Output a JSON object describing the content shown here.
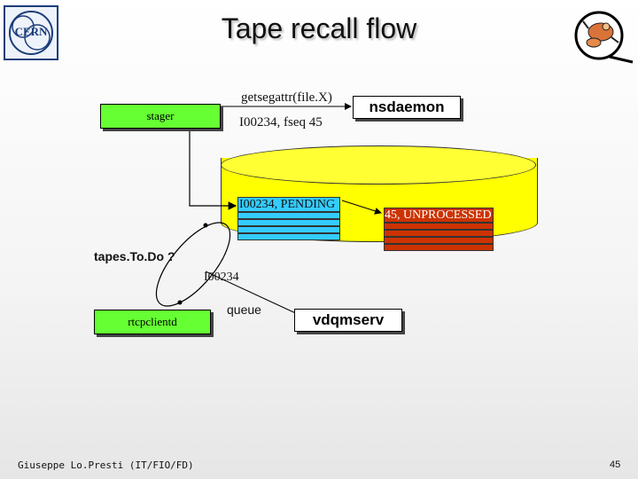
{
  "title": "Tape recall flow",
  "logo_cern_text": "CERN",
  "nodes": {
    "stager": "stager",
    "nsdaemon": "nsdaemon",
    "rtcpclientd": "rtcpclientd",
    "vdqmserv": "vdqmserv"
  },
  "labels": {
    "getsegattr": "getsegattr(file.X)",
    "fseq_reply": "I00234, fseq 45",
    "pending": "I00234, PENDING",
    "unprocessed": "45, UNPROCESSED",
    "tapes_todo": "tapes.To.Do ?",
    "tape_id": "I00234",
    "queue": "queue"
  },
  "footer": {
    "author": "Giuseppe Lo.Presti (IT/FIO/FD)",
    "page_number": "45"
  },
  "colors": {
    "green_box": "#66ff33",
    "cylinder": "#ffff00",
    "blue_table": "#33ccff",
    "red_table": "#cc3300"
  }
}
